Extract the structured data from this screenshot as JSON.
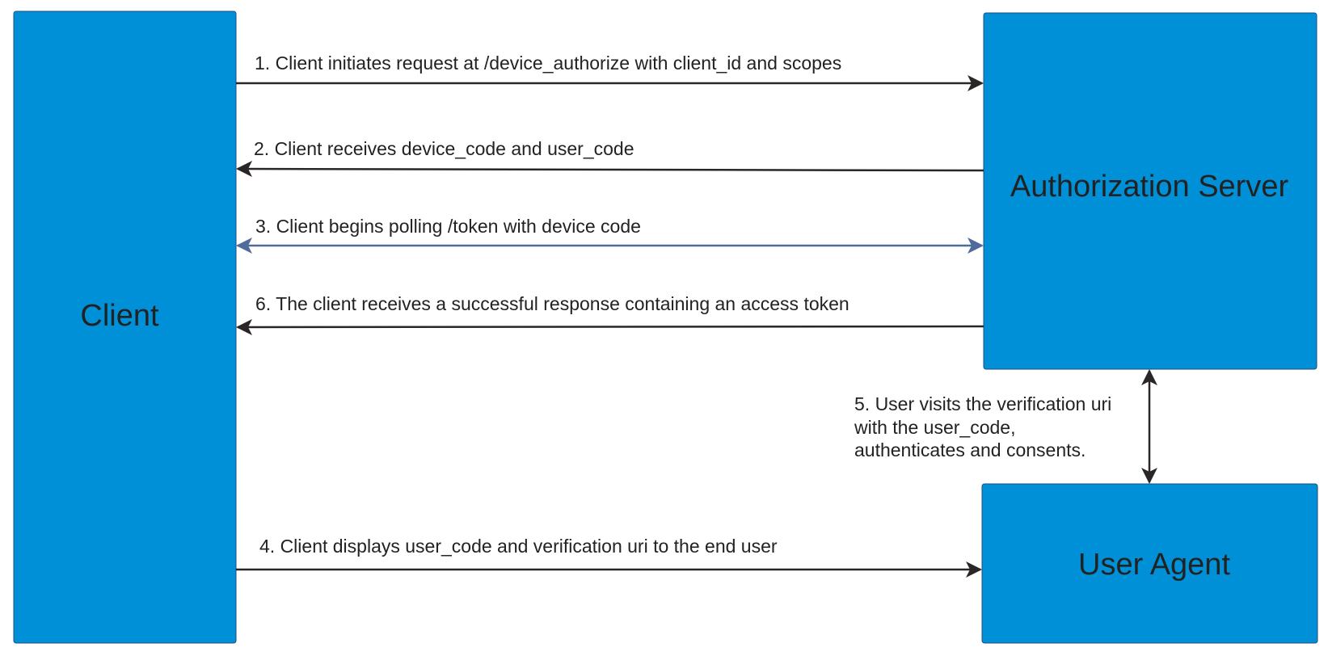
{
  "colors": {
    "box_fill": "#0090d8",
    "box_stroke": "#1f4e79",
    "arrow": "#2b2626",
    "polling_arrow": "#4f6b9c",
    "text": "#222222"
  },
  "nodes": {
    "client": {
      "label": "Client"
    },
    "authorization_server": {
      "label": "Authorization Server"
    },
    "user_agent": {
      "label": "User Agent"
    }
  },
  "edges": [
    {
      "step": 1,
      "from": "client",
      "to": "authorization_server",
      "label": "1. Client initiates request at /device_authorize with client_id and scopes"
    },
    {
      "step": 2,
      "from": "authorization_server",
      "to": "client",
      "label": "2. Client receives device_code and user_code"
    },
    {
      "step": 3,
      "from": "client",
      "to": "authorization_server",
      "bidirectional": true,
      "label": "3. Client begins polling /token with device code"
    },
    {
      "step": 6,
      "from": "authorization_server",
      "to": "client",
      "label": "6. The client receives a successful response containing an access token"
    },
    {
      "step": 5,
      "from": "user_agent",
      "to": "authorization_server",
      "bidirectional": true,
      "label_lines": [
        "5. User visits the verification uri",
        "with the user_code,",
        "authenticates and consents."
      ]
    },
    {
      "step": 4,
      "from": "client",
      "to": "user_agent",
      "label": "4. Client displays user_code and verification uri to the end user"
    }
  ]
}
